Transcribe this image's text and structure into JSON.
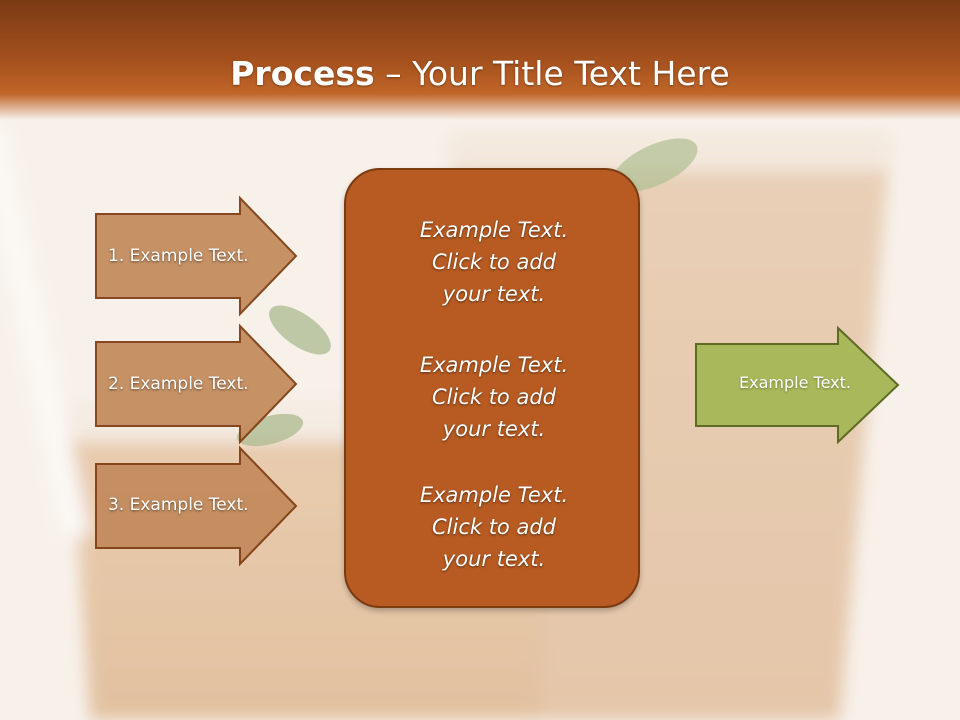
{
  "title": {
    "bold": "Process",
    "rest": " – Your Title Text Here"
  },
  "left_arrows": [
    {
      "label": "1. Example Text."
    },
    {
      "label": "2. Example Text."
    },
    {
      "label": "3. Example Text."
    }
  ],
  "center_box": {
    "blocks": [
      {
        "lines": [
          "Example Text.",
          "Click  to add",
          "your text."
        ]
      },
      {
        "lines": [
          "Example Text.",
          "Click  to add",
          "your text."
        ]
      },
      {
        "lines": [
          "Example Text.",
          "Click  to add",
          "your text."
        ]
      }
    ]
  },
  "right_arrow": {
    "label": "Example Text."
  },
  "colors": {
    "header": "#a9531f",
    "left_arrow_fill": "#c38b5d",
    "center_box_fill": "#b75b22",
    "right_arrow_fill": "#a8b85a"
  }
}
